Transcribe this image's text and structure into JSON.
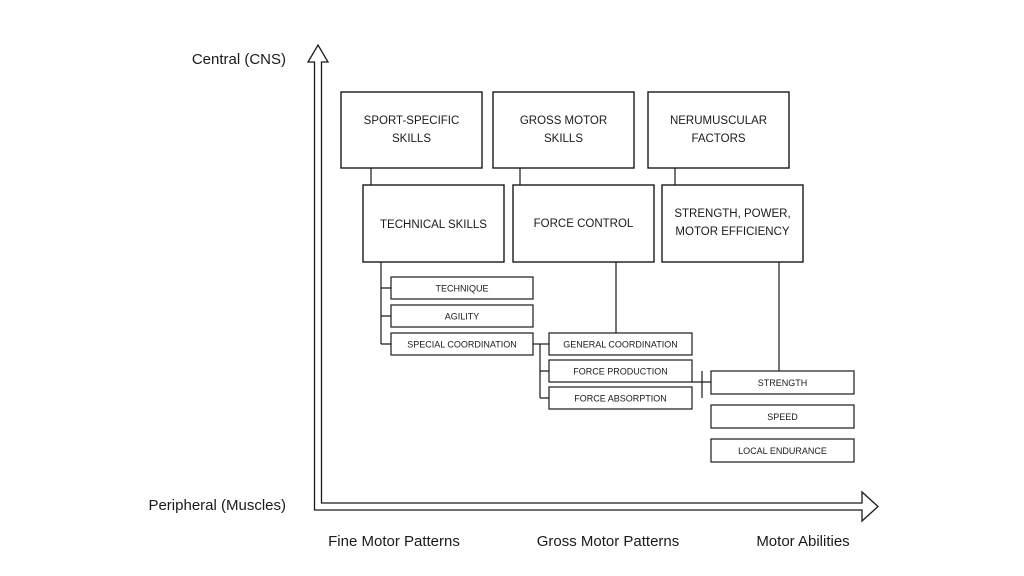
{
  "axes": {
    "y_top": "Central (CNS)",
    "y_bottom": "Peripheral (Muscles)",
    "x_categories": [
      "Fine Motor Patterns",
      "Gross Motor Patterns",
      "Motor Abilities"
    ]
  },
  "columns": [
    {
      "top": [
        "SPORT-SPECIFIC",
        "SKILLS"
      ],
      "middle": [
        "TECHNICAL SKILLS"
      ],
      "items": [
        "TECHNIQUE",
        "AGILITY",
        "SPECIAL COORDINATION"
      ]
    },
    {
      "top": [
        "GROSS MOTOR",
        "SKILLS"
      ],
      "middle": [
        "FORCE CONTROL"
      ],
      "items": [
        "GENERAL COORDINATION",
        "FORCE PRODUCTION",
        "FORCE ABSORPTION"
      ]
    },
    {
      "top": [
        "NERUMUSCULAR",
        "FACTORS"
      ],
      "middle": [
        "STRENGTH, POWER,",
        "MOTOR EFFICIENCY"
      ],
      "items": [
        "STRENGTH",
        "SPEED",
        "LOCAL ENDURANCE"
      ]
    }
  ]
}
